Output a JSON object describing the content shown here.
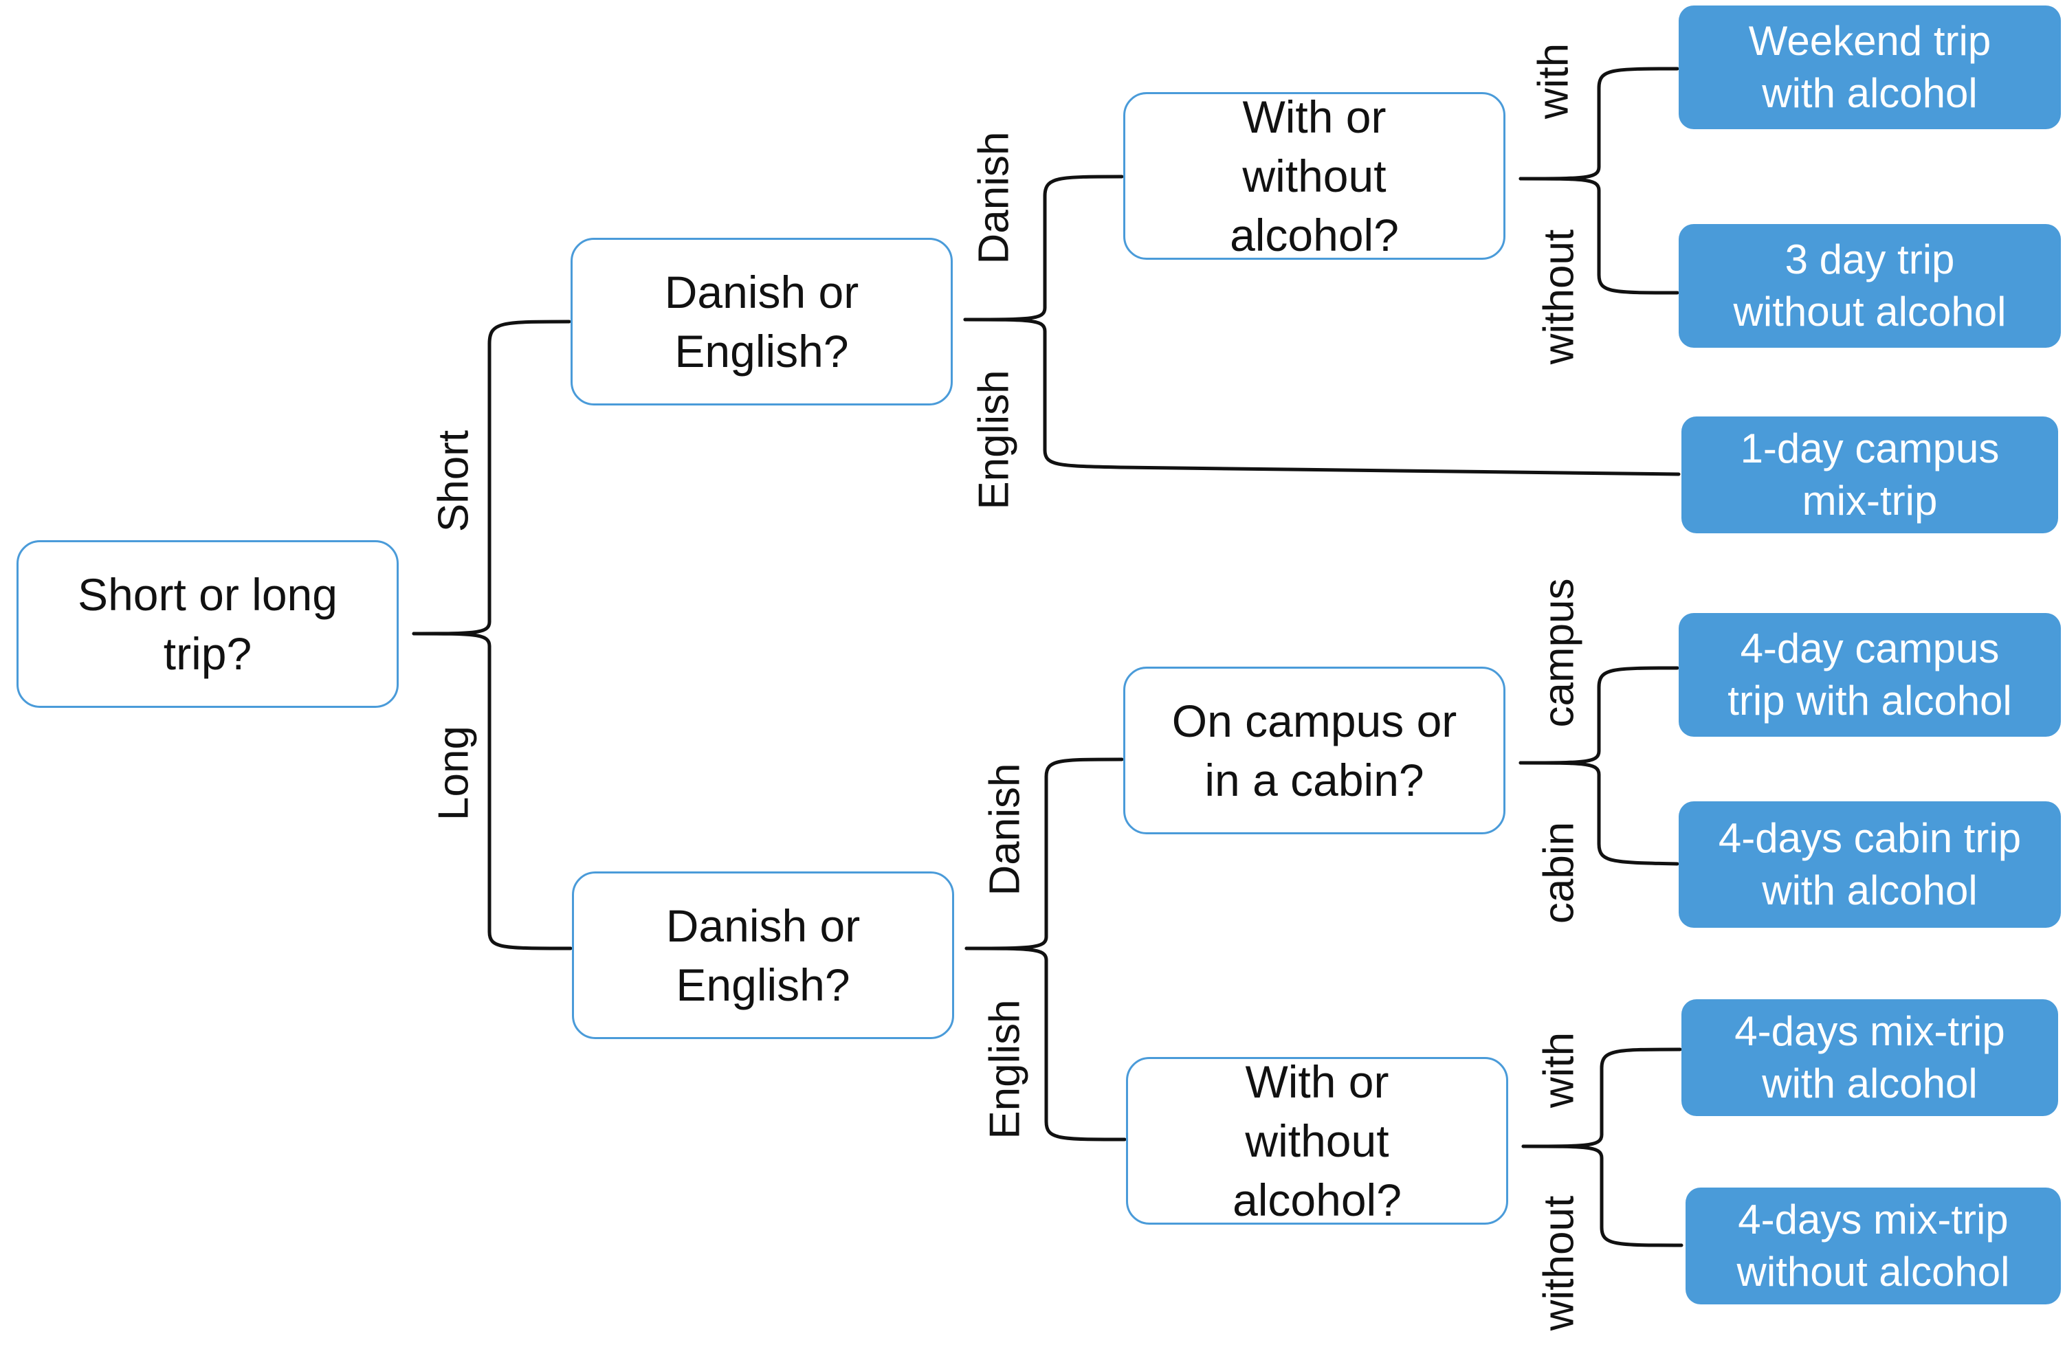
{
  "root": {
    "label": "Short or long\ntrip?"
  },
  "edges": {
    "short": "Short",
    "long": "Long",
    "short_danish": "Danish",
    "short_english": "English",
    "long_danish": "Danish",
    "long_english": "English",
    "alc1_with": "with",
    "alc1_without": "without",
    "loc_campus": "campus",
    "loc_cabin": "cabin",
    "alc2_with": "with",
    "alc2_without": "without"
  },
  "questions": {
    "lang_short": "Danish or\nEnglish?",
    "lang_long": "Danish or\nEnglish?",
    "alcohol_1": "With or\nwithout\nalcohol?",
    "location": "On campus or\nin a cabin?",
    "alcohol_2": "With or\nwithout\nalcohol?"
  },
  "outcomes": {
    "weekend_trip": "Weekend trip\nwith alcohol",
    "three_day_trip": "3 day trip\nwithout alcohol",
    "one_day_campus": "1-day campus\nmix-trip",
    "four_day_campus": "4-day campus\ntrip with alcohol",
    "four_day_cabin": "4-days cabin trip\nwith alcohol",
    "four_day_mix_with": "4-days mix-trip\nwith alcohol",
    "four_day_mix_without": "4-days mix-trip\nwithout alcohol"
  },
  "colors": {
    "accent": "#4a9bd9",
    "line": "#111111",
    "leaf_text": "#ffffff"
  }
}
